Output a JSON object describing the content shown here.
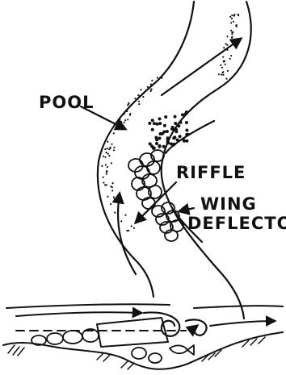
{
  "labels": {
    "pool": "POOL",
    "riffle": "RIFFLE",
    "wing": "WING",
    "deflector": "DEFLECTOR"
  },
  "colors": {
    "ink": "#111111",
    "paper": "#ffffff"
  }
}
